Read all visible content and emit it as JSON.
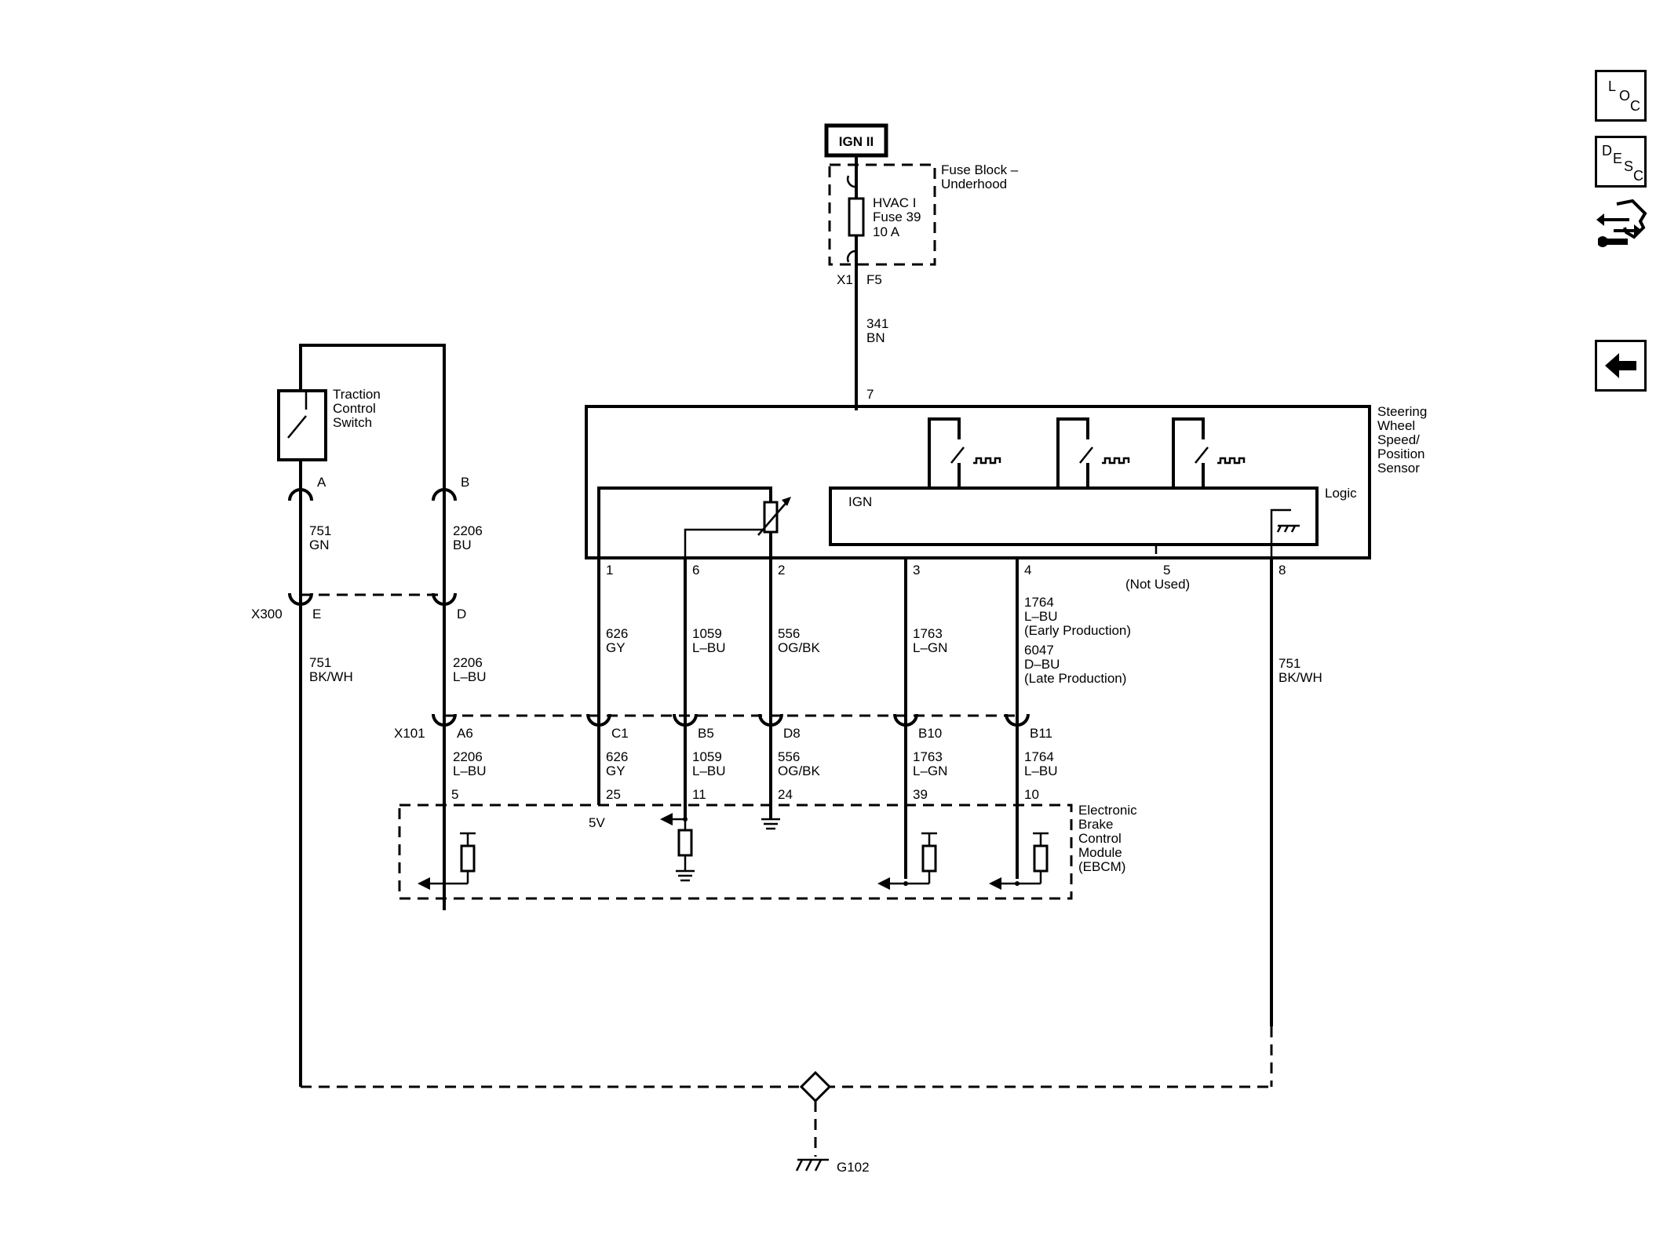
{
  "power": {
    "source": "IGN II"
  },
  "fuse_block": {
    "title": [
      "Fuse Block –",
      "Underhood"
    ],
    "fuse": [
      "HVAC I",
      "Fuse 39",
      "10 A"
    ],
    "conn_x1": "X1",
    "conn_f5": "F5"
  },
  "wires": {
    "w341": [
      "341",
      "BN"
    ],
    "w751_top": [
      "751",
      "GN"
    ],
    "w2206_top": [
      "2206",
      "BU"
    ],
    "w751_bot": [
      "751",
      "BK/WH"
    ],
    "w2206_mid": [
      "2206",
      "L–BU"
    ],
    "w626": [
      "626",
      "GY"
    ],
    "w1059": [
      "1059",
      "L–BU"
    ],
    "w556": [
      "556",
      "OG/BK"
    ],
    "w1763": [
      "1763",
      "L–GN"
    ],
    "w1764_early": [
      "1764",
      "L–BU",
      "(Early Production)"
    ],
    "w6047_late": [
      "6047",
      "D–BU",
      "(Late Production)"
    ],
    "w751_right": [
      "751",
      "BK/WH"
    ],
    "w2206_low": [
      "2206",
      "L–BU"
    ],
    "w626_low": [
      "626",
      "GY"
    ],
    "w1059_low": [
      "1059",
      "L–BU"
    ],
    "w556_low": [
      "556",
      "OG/BK"
    ],
    "w1763_low": [
      "1763",
      "L–GN"
    ],
    "w1764_low": [
      "1764",
      "L–BU"
    ]
  },
  "switch": {
    "label": [
      "Traction",
      "Control",
      "Switch"
    ],
    "pin_a": "A",
    "pin_b": "B"
  },
  "x300": {
    "name": "X300",
    "pin_e": "E",
    "pin_d": "D"
  },
  "x101": {
    "name": "X101",
    "pins": [
      "A6",
      "C1",
      "B5",
      "D8",
      "B10",
      "B11"
    ]
  },
  "sensor": {
    "label": [
      "Steering",
      "Wheel",
      "Speed/",
      "Position",
      "Sensor"
    ],
    "ign": "IGN",
    "logic": "Logic",
    "pin7": "7",
    "pins": [
      "1",
      "6",
      "2",
      "3",
      "4",
      "5",
      "8"
    ],
    "not_used": "(Not Used)"
  },
  "ebcm": {
    "label": [
      "Electronic",
      "Brake",
      "Control",
      "Module",
      "(EBCM)"
    ],
    "pins": [
      "5",
      "25",
      "11",
      "24",
      "39",
      "10"
    ],
    "v5": "5V"
  },
  "ground": {
    "name": "G102"
  },
  "nav": {
    "loc": [
      "L",
      "O",
      "C"
    ],
    "desc": [
      "D",
      "E",
      "S",
      "C"
    ]
  }
}
